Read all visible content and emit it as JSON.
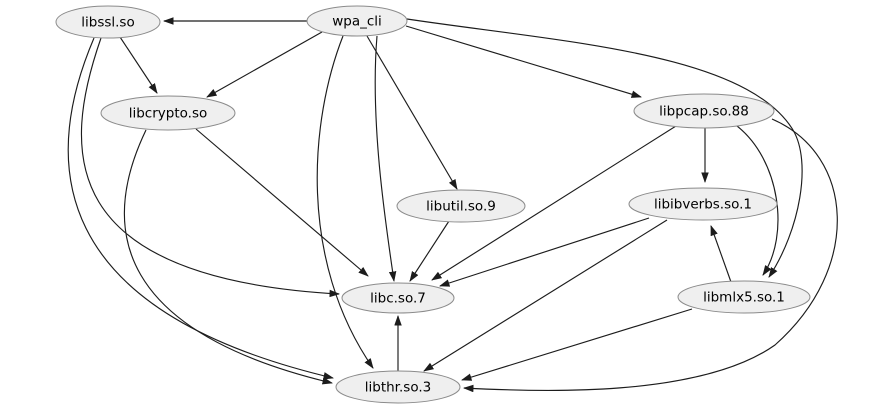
{
  "diagram": {
    "type": "dependency-graph",
    "background_color": "#ffffff",
    "node_fill_color": "#efefef",
    "node_stroke_color": "#8b8b8b",
    "edge_color": "#1c1c1c",
    "text_color": "#000000",
    "root_node": "wpa_cli",
    "nodes": [
      {
        "id": "wpa_cli",
        "label": "wpa_cli"
      },
      {
        "id": "libssl.so",
        "label": "libssl.so"
      },
      {
        "id": "libcrypto.so",
        "label": "libcrypto.so"
      },
      {
        "id": "libpcap.so.88",
        "label": "libpcap.so.88"
      },
      {
        "id": "libutil.so.9",
        "label": "libutil.so.9"
      },
      {
        "id": "libibverbs.so.1",
        "label": "libibverbs.so.1"
      },
      {
        "id": "libc.so.7",
        "label": "libc.so.7"
      },
      {
        "id": "libmlx5.so.1",
        "label": "libmlx5.so.1"
      },
      {
        "id": "libthr.so.3",
        "label": "libthr.so.3"
      }
    ],
    "edges": [
      {
        "from": "wpa_cli",
        "to": "libssl.so"
      },
      {
        "from": "wpa_cli",
        "to": "libcrypto.so"
      },
      {
        "from": "wpa_cli",
        "to": "libutil.so.9"
      },
      {
        "from": "wpa_cli",
        "to": "libpcap.so.88"
      },
      {
        "from": "wpa_cli",
        "to": "libc.so.7"
      },
      {
        "from": "wpa_cli",
        "to": "libthr.so.3"
      },
      {
        "from": "wpa_cli",
        "to": "libmlx5.so.1"
      },
      {
        "from": "libssl.so",
        "to": "libcrypto.so"
      },
      {
        "from": "libssl.so",
        "to": "libc.so.7"
      },
      {
        "from": "libssl.so",
        "to": "libthr.so.3"
      },
      {
        "from": "libcrypto.so",
        "to": "libc.so.7"
      },
      {
        "from": "libcrypto.so",
        "to": "libthr.so.3"
      },
      {
        "from": "libutil.so.9",
        "to": "libc.so.7"
      },
      {
        "from": "libpcap.so.88",
        "to": "libc.so.7"
      },
      {
        "from": "libpcap.so.88",
        "to": "libibverbs.so.1"
      },
      {
        "from": "libpcap.so.88",
        "to": "libmlx5.so.1"
      },
      {
        "from": "libpcap.so.88",
        "to": "libthr.so.3"
      },
      {
        "from": "libibverbs.so.1",
        "to": "libc.so.7"
      },
      {
        "from": "libibverbs.so.1",
        "to": "libthr.so.3"
      },
      {
        "from": "libmlx5.so.1",
        "to": "libibverbs.so.1"
      },
      {
        "from": "libmlx5.so.1",
        "to": "libthr.so.3"
      },
      {
        "from": "libthr.so.3",
        "to": "libc.so.7"
      }
    ]
  }
}
